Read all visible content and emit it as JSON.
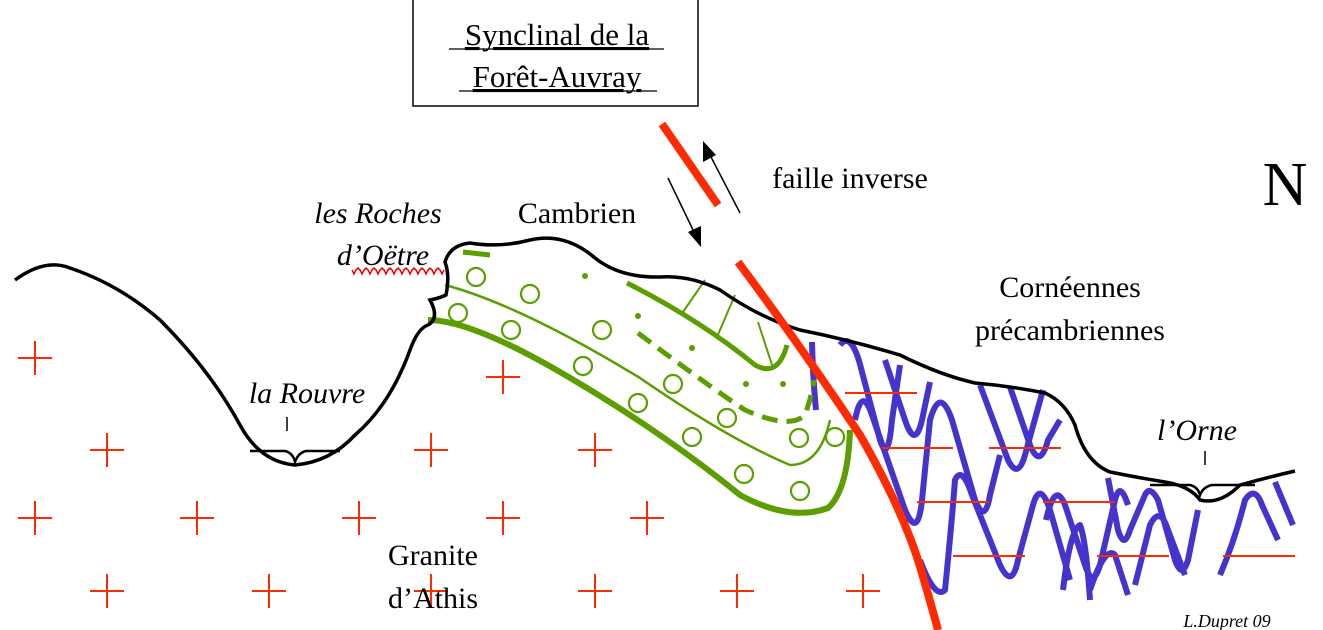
{
  "title": {
    "line1": "Synclinal de la",
    "line2": "Forêt-Auvray"
  },
  "labels": {
    "fault": "faille inverse",
    "north": "N",
    "site_line1": "les Roches",
    "site_line2": "d’Oëtre",
    "cambrian": "Cambrien",
    "hornfels_line1": "Cornéennes",
    "hornfels_line2": "précambriennes",
    "river_rouvre": "la Rouvre",
    "river_orne": "l’Orne",
    "granite_line1": "Granite",
    "granite_line2": "d’Athis",
    "author": "L.Dupret 09"
  },
  "colors": {
    "fault": "#ff2a00",
    "granite_cross": "#ff2a00",
    "cambrian": "#5a9e00",
    "hornfels": "#4433cc",
    "topography": "#000000"
  }
}
